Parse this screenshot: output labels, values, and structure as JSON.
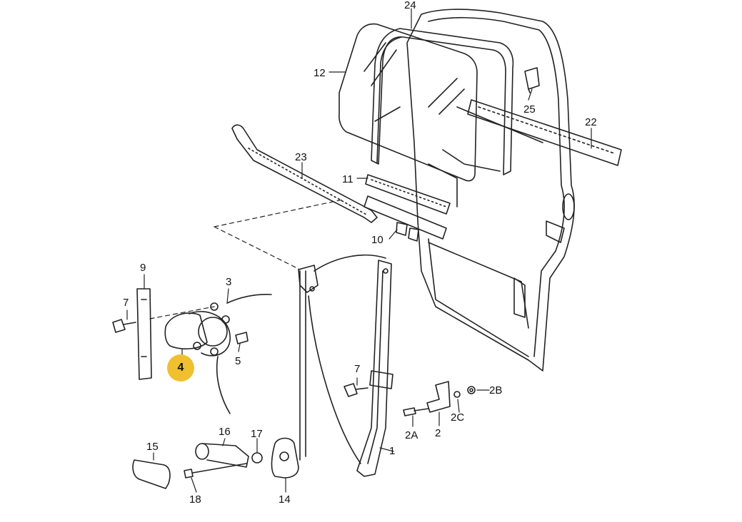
{
  "callouts": {
    "c1": "1",
    "c2": "2",
    "c2a": "2A",
    "c2b": "2B",
    "c2c": "2C",
    "c3": "3",
    "c4": "4",
    "c5": "5",
    "c7a": "7",
    "c7b": "7",
    "c9": "9",
    "c10": "10",
    "c11": "11",
    "c12": "12",
    "c14": "14",
    "c15": "15",
    "c16": "16",
    "c17": "17",
    "c18": "18",
    "c22": "22",
    "c23": "23",
    "c24": "24",
    "c25": "25"
  },
  "highlight_color": "#f0c030"
}
